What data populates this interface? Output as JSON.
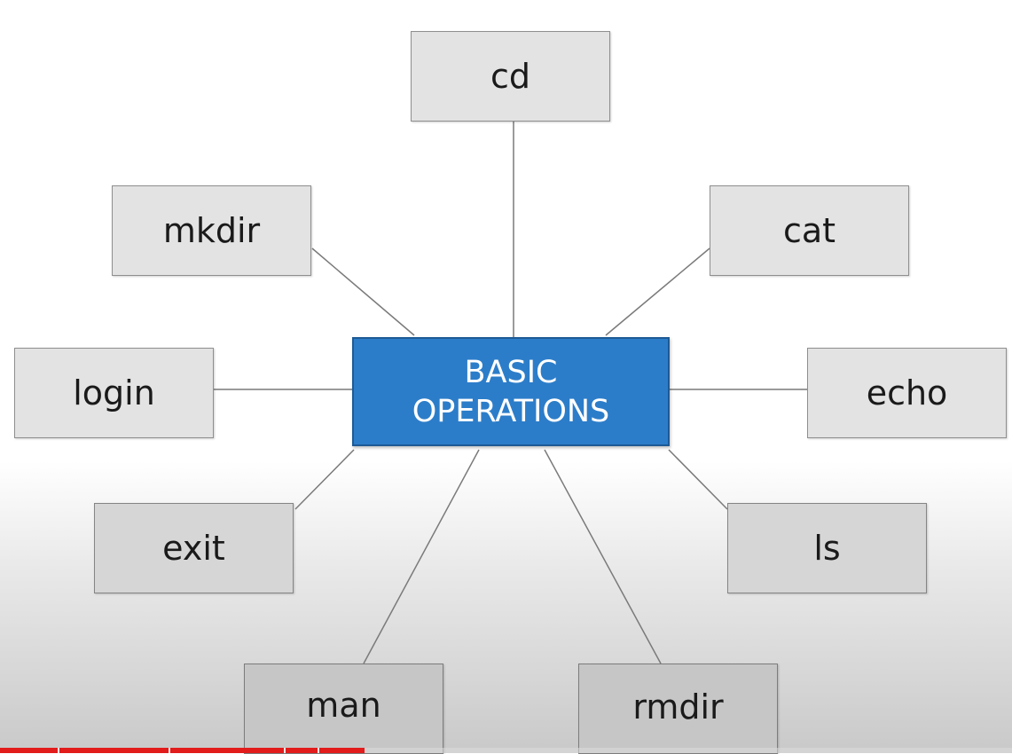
{
  "diagram": {
    "center": {
      "line1": "BASIC",
      "line2": "OPERATIONS"
    },
    "nodes": {
      "cd": "cd",
      "mkdir": "mkdir",
      "cat": "cat",
      "login": "login",
      "echo": "echo",
      "exit": "exit",
      "ls": "ls",
      "man": "man",
      "rmdir": "rmdir"
    }
  },
  "colors": {
    "center_fill": "#2c7dc9",
    "node_fill": "#e3e3e3",
    "connector": "#7a7a7a",
    "progress": "#e21b1b"
  },
  "video_progress": {
    "played_fraction": 0.36
  }
}
